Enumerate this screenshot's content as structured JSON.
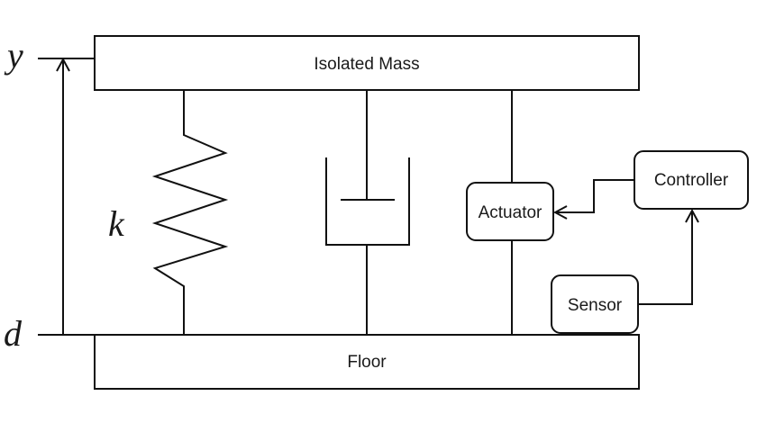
{
  "diagram": {
    "mass_label": "Isolated Mass",
    "floor_label": "Floor",
    "actuator_label": "Actuator",
    "controller_label": "Controller",
    "sensor_label": "Sensor",
    "spring_label": "k",
    "y_label": "y",
    "d_label": "d"
  },
  "colors": {
    "stroke": "#111111",
    "background": "#ffffff"
  }
}
